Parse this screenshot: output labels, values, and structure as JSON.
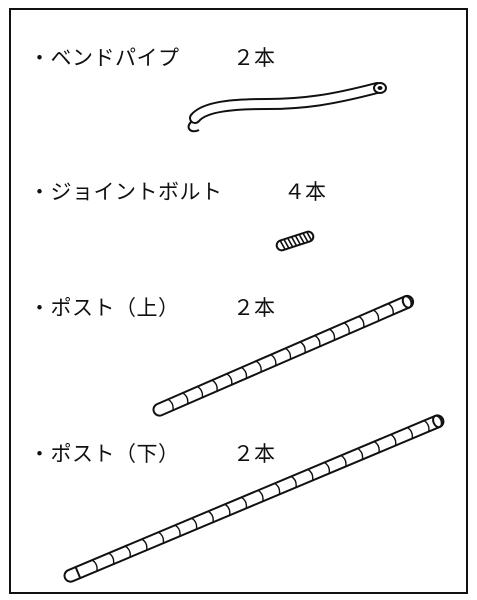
{
  "items": [
    {
      "name": "・ベンドパイプ",
      "quantity": "２本",
      "icon": "bend-pipe-icon"
    },
    {
      "name": "・ジョイントボルト",
      "quantity": "４本",
      "icon": "joint-bolt-icon"
    },
    {
      "name": "・ポスト（上）",
      "quantity": "２本",
      "icon": "post-upper-icon"
    },
    {
      "name": "・ポスト（下）",
      "quantity": "２本",
      "icon": "post-lower-icon"
    }
  ]
}
